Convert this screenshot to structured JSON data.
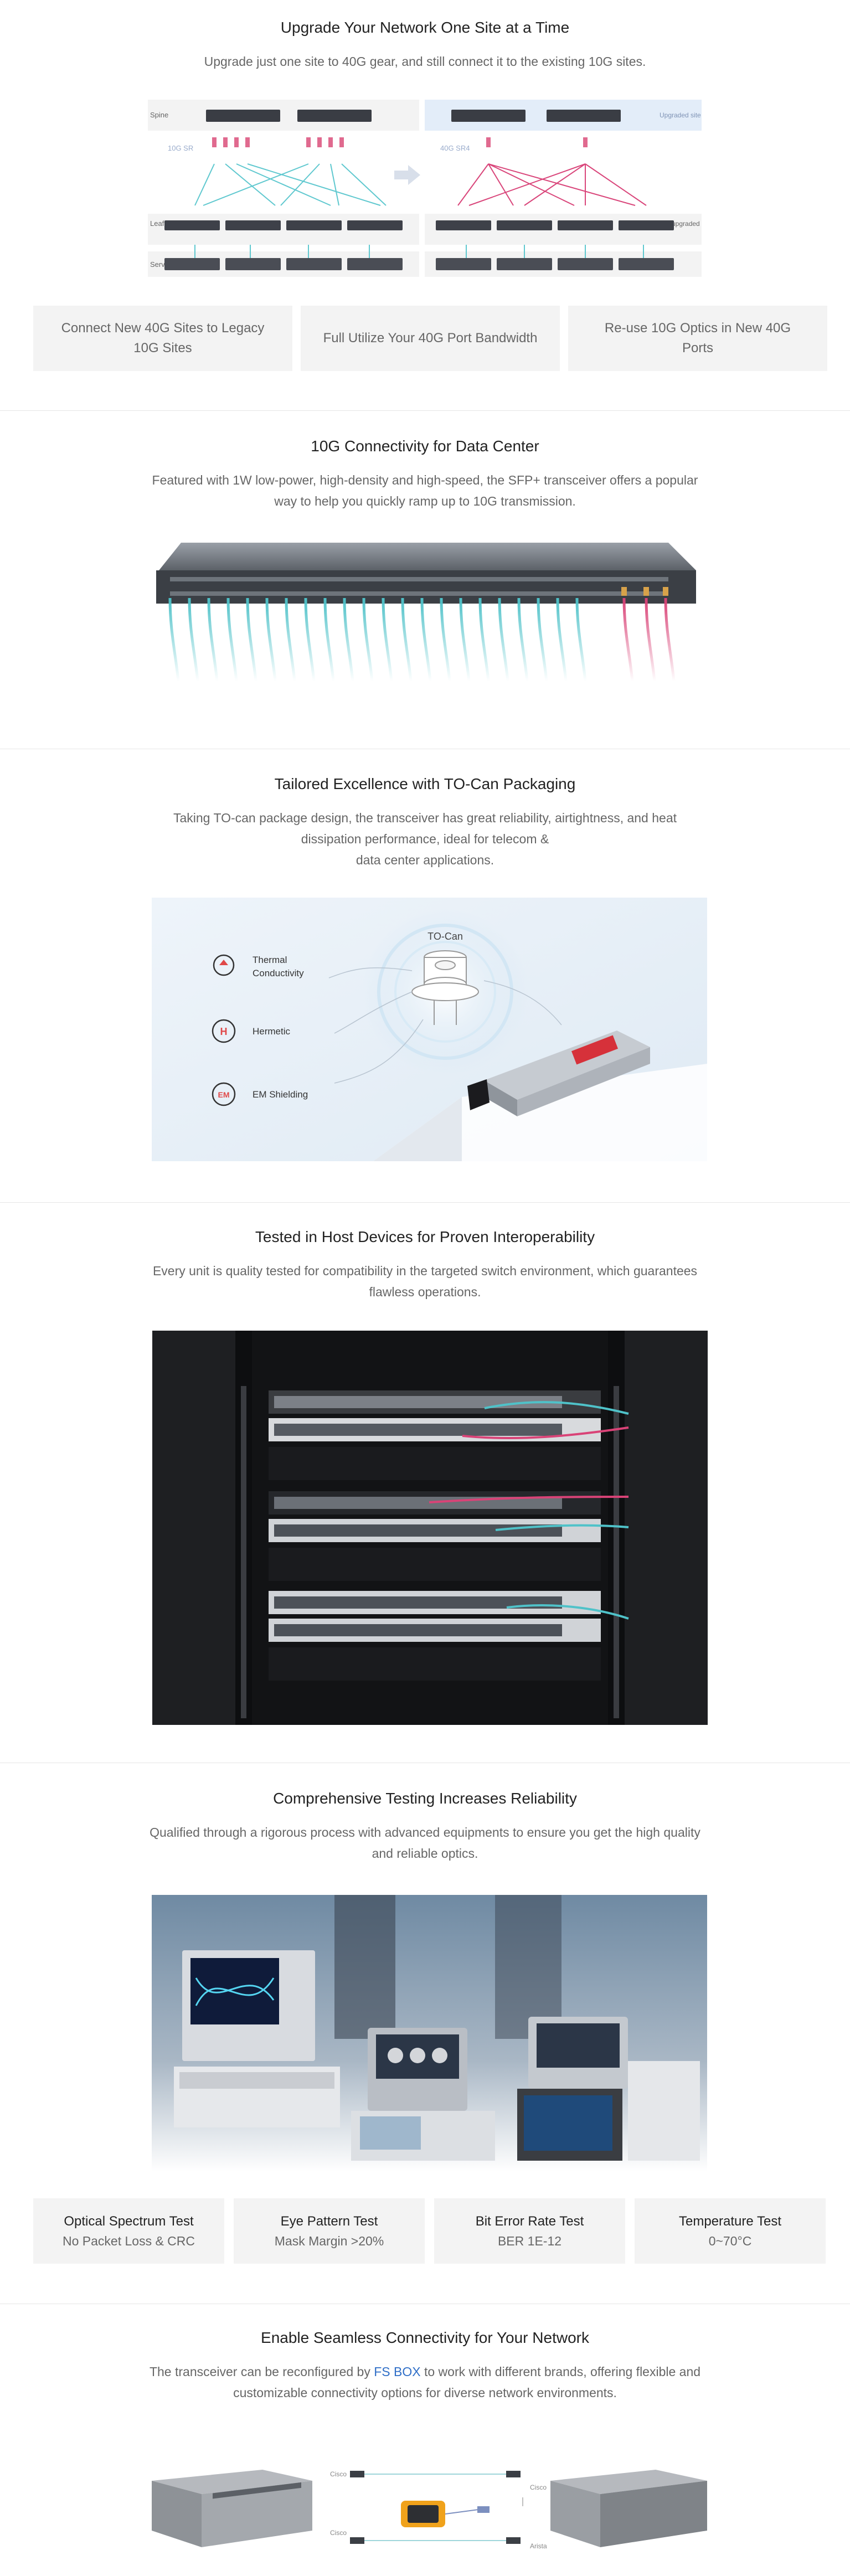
{
  "s1": {
    "title": "Upgrade Your Network One Site at a Time",
    "subtitle": "Upgrade just one site to 40G gear, and still connect it to the existing 10G sites.",
    "diagram": {
      "spine_label": "Spine",
      "upgraded_label": "Upgraded site",
      "leaf_label": "Leaf",
      "server_label": "Server",
      "not_upgraded_label": "Not upgraded",
      "sr_10g": "10G SR",
      "sr4_40g": "40G SR4"
    },
    "cards": [
      "Connect New 40G Sites to Legacy 10G Sites",
      "Full Utilize Your 40G Port Bandwidth",
      "Re-use 10G Optics in New 40G Ports"
    ]
  },
  "s2": {
    "title": "10G Connectivity for Data Center",
    "subtitle": "Featured with 1W low-power, high-density and high-speed, the SFP+ transceiver offers a popular way to help you quickly ramp up to 10G transmission."
  },
  "s3": {
    "title": "Tailored Excellence with TO-Can Packaging",
    "subtitle_1": "Taking TO-can package design, the transceiver has great reliability, airtightness, and heat dissipation performance, ideal for telecom &",
    "subtitle_2": "data center applications.",
    "diagram": {
      "tocan": "TO-Can",
      "thermal_1": "Thermal",
      "thermal_2": "Conductivity",
      "hermetic": "Hermetic",
      "em": "EM Shielding",
      "em_badge": "EM",
      "h_badge": "H"
    }
  },
  "s4": {
    "title": "Tested in Host Devices for Proven Interoperability",
    "subtitle": "Every unit is quality tested for compatibility in the targeted switch environment, which guarantees flawless operations."
  },
  "s5": {
    "title": "Comprehensive Testing Increases Reliability",
    "subtitle": "Qualified through a rigorous process with advanced equipments to ensure you get the high quality and reliable optics.",
    "tests": [
      {
        "name": "Optical Spectrum Test",
        "value": "No Packet Loss & CRC"
      },
      {
        "name": "Eye Pattern Test",
        "value": "Mask Margin >20%"
      },
      {
        "name": "Bit Error Rate Test",
        "value": "BER 1E-12"
      },
      {
        "name": "Temperature Test",
        "value": "0~70°C"
      }
    ]
  },
  "s6": {
    "title": "Enable Seamless Connectivity for Your Network",
    "subtitle_pre": "The transceiver can be reconfigured by ",
    "subtitle_link": "FS BOX",
    "subtitle_post": " to work with different brands, offering flexible and customizable connectivity options for diverse network environments.",
    "diagram": {
      "brand_tl": "Cisco",
      "brand_tr": "Cisco",
      "brand_bl": "Cisco",
      "brand_br": "Arista"
    }
  },
  "colors": {
    "teal": "#5fc8cf",
    "pink": "#d9457a",
    "card_bg": "#f3f3f3",
    "link": "#2f6ec7"
  }
}
